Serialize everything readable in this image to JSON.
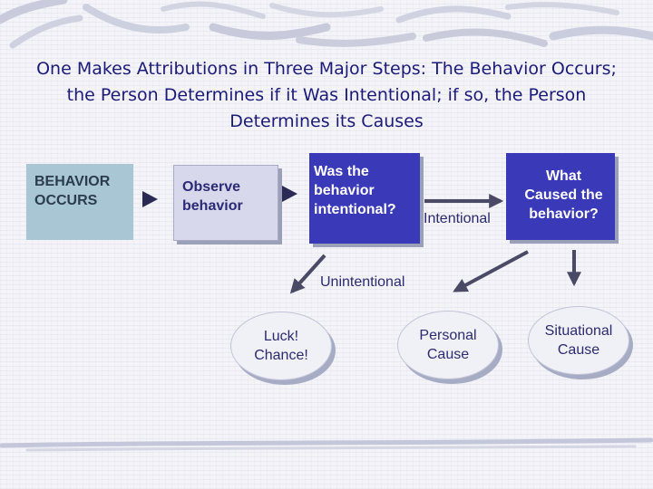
{
  "title": "One Makes Attributions in Three Major Steps: The Behavior Occurs; the Person Determines if it Was Intentional; if so, the Person Determines its Causes",
  "boxes": {
    "behavior_occurs": "BEHAVIOR\nOCCURS",
    "observe": "Observe\nbehavior",
    "was_intentional": "Was the\nbehavior\nintentional?",
    "what_caused": "What\nCaused the\nbehavior?"
  },
  "labels": {
    "intentional": "Intentional",
    "unintentional": "Unintentional"
  },
  "outcomes": {
    "luck": "Luck!\nChance!",
    "personal": "Personal\nCause",
    "situational": "Situational\nCause"
  },
  "colors": {
    "title_text": "#1b1b78",
    "behavior_box": "#a9c6d4",
    "observe_box": "#d8d8ec",
    "dark_box": "#3a3ab8",
    "arrow": "#4a4a66"
  }
}
